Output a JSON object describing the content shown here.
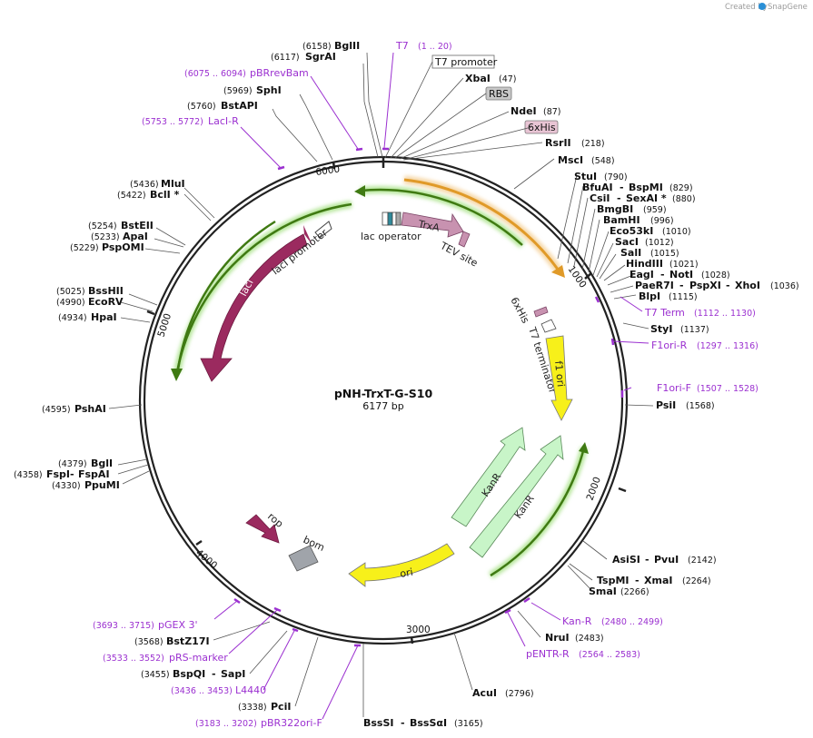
{
  "brand": {
    "created_by": "Created by",
    "name": "SnapGene"
  },
  "plasmid": {
    "name": "pNH-TrxT-G-S10",
    "length_label": "6177 bp"
  },
  "ticks": [
    "1000",
    "2000",
    "3000",
    "4000",
    "5000",
    "6000"
  ],
  "features": {
    "trxa": "TrxA",
    "tev": "TEV site",
    "lacop": "lac operator",
    "lacprom": "lacI promoter",
    "laci": "lacI",
    "his": "6xHis",
    "t7term": "T7 terminator",
    "f1ori": "f1 ori",
    "kanr1": "KanR",
    "kanr2": "KanR",
    "rop": "rop",
    "bom": "bom",
    "ori": "ori",
    "t7prom": "T7 promoter",
    "rbs": "RBS",
    "his_box": "6xHis"
  },
  "sites": [
    {
      "pos": "(6158)",
      "name": "BglII"
    },
    {
      "pos": "(6117)",
      "name": "SgrAI"
    },
    {
      "pos": "(5969)",
      "name": "SphI"
    },
    {
      "pos": "(5760)",
      "name": "BstAPI"
    },
    {
      "pos": "(5436)",
      "name": "MluI"
    },
    {
      "pos": "(5422)",
      "name": "BclI *"
    },
    {
      "pos": "(5254)",
      "name": "BstEII"
    },
    {
      "pos": "(5233)",
      "name": "ApaI"
    },
    {
      "pos": "(5229)",
      "name": "PspOMI"
    },
    {
      "pos": "(5025)",
      "name": "BssHII"
    },
    {
      "pos": "(4990)",
      "name": "EcoRV"
    },
    {
      "pos": "(4934)",
      "name": "HpaI"
    },
    {
      "pos": "(4595)",
      "name": "PshAI"
    },
    {
      "pos": "(4379)",
      "name": "BglI"
    },
    {
      "pos": "(4358)",
      "name": "FspI",
      "name2": "FspAI"
    },
    {
      "pos": "(4330)",
      "name": "PpuMI"
    },
    {
      "pos": "(3568)",
      "name": "BstZ17I"
    },
    {
      "pos": "(3455)",
      "name": "BspQI",
      "name2": "SapI"
    },
    {
      "pos": "(3338)",
      "name": "PciI"
    },
    {
      "pos": "(3165)",
      "name": "BssSI",
      "name2": "BssSαI"
    },
    {
      "pos": "(2796)",
      "name": "AcuI"
    },
    {
      "pos": "(2483)",
      "name": "NruI"
    },
    {
      "pos": "(2266)",
      "name": "SmaI"
    },
    {
      "pos": "(2264)",
      "name": "TspMI",
      "name2": "XmaI"
    },
    {
      "pos": "(2142)",
      "name": "AsiSI",
      "name2": "PvuI"
    },
    {
      "pos": "(1568)",
      "name": "PsiI"
    },
    {
      "pos": "(1137)",
      "name": "StyI"
    },
    {
      "pos": "(1115)",
      "name": "BlpI"
    },
    {
      "pos": "(1036)",
      "name": "PaeR7I",
      "name2": "PspXI",
      "name3": "XhoI"
    },
    {
      "pos": "(1028)",
      "name": "EagI",
      "name2": "NotI"
    },
    {
      "pos": "(1021)",
      "name": "HindIII"
    },
    {
      "pos": "(1015)",
      "name": "SalI"
    },
    {
      "pos": "(1012)",
      "name": "SacI"
    },
    {
      "pos": "(1010)",
      "name": "Eco53kI"
    },
    {
      "pos": "(996)",
      "name": "BamHI"
    },
    {
      "pos": "(959)",
      "name": "BmgBI"
    },
    {
      "pos": "(880)",
      "name": "CsiI",
      "name2": "SexAI *"
    },
    {
      "pos": "(829)",
      "name": "BfuAI",
      "name2": "BspMI"
    },
    {
      "pos": "(790)",
      "name": "StuI"
    },
    {
      "pos": "(548)",
      "name": "MscI"
    },
    {
      "pos": "(218)",
      "name": "RsrII"
    },
    {
      "pos": "(87)",
      "name": "NdeI"
    },
    {
      "pos": "(47)",
      "name": "XbaI"
    }
  ],
  "primers": [
    {
      "name": "T7",
      "range": "(1 .. 20)"
    },
    {
      "name": "pBRrevBam",
      "range": "(6075 .. 6094)"
    },
    {
      "name": "LacI-R",
      "range": "(5753 .. 5772)"
    },
    {
      "name": "pGEX 3'",
      "range": "(3693 .. 3715)"
    },
    {
      "name": "pRS-marker",
      "range": "(3533 .. 3552)"
    },
    {
      "name": "L4440",
      "range": "(3436 .. 3453)"
    },
    {
      "name": "pBR322ori-F",
      "range": "(3183 .. 3202)"
    },
    {
      "name": "Kan-R",
      "range": "(2480 .. 2499)"
    },
    {
      "name": "pENTR-R",
      "range": "(2564 .. 2583)"
    },
    {
      "name": "F1ori-F",
      "range": "(1507 .. 1528)"
    },
    {
      "name": "F1ori-R",
      "range": "(1297 .. 1316)"
    },
    {
      "name": "T7 Term",
      "range": "(1112 .. 1130)"
    }
  ],
  "colors": {
    "backbone": "#222222",
    "laci": "#9b2a5f",
    "trxa": "#c892b0",
    "orange": "#f0a640",
    "green": "#5a9a1a",
    "f1": "#f7f01a",
    "kanr": "#c8f5c8",
    "ori": "#f7f01a",
    "bom": "#a0a4aa",
    "primer": "#9b30d0"
  }
}
